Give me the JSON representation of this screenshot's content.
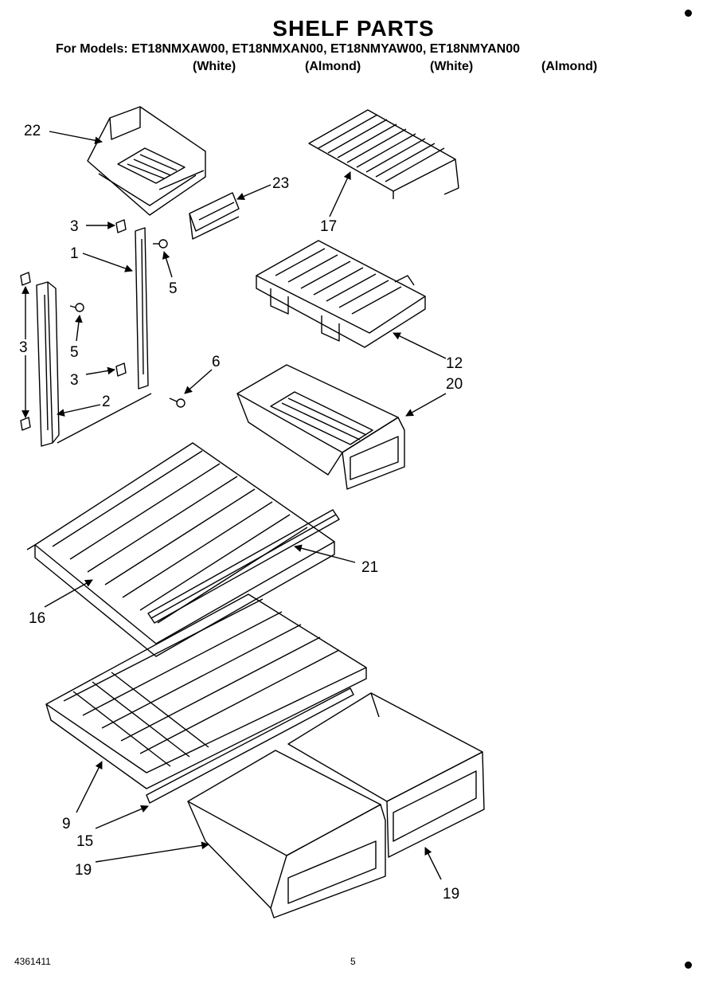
{
  "header": {
    "title": "SHELF PARTS",
    "models_line": "For Models: ET18NMXAW00, ET18NMXAN00, ET18NMYAW00, ET18NMYAN00",
    "model_colors": [
      "(White)",
      "(Almond)",
      "(White)",
      "(Almond)"
    ]
  },
  "callouts": {
    "c22": "22",
    "c23": "23",
    "c17": "17",
    "c3a": "3",
    "c1": "1",
    "c5a": "5",
    "c3b": "3",
    "c5b": "5",
    "c12": "12",
    "c3c": "3",
    "c6": "6",
    "c20": "20",
    "c2": "2",
    "c21": "21",
    "c16": "16",
    "c9": "9",
    "c15": "15",
    "c19a": "19",
    "c19b": "19"
  },
  "footer": {
    "doc_number": "4361411",
    "page_number": "5"
  }
}
